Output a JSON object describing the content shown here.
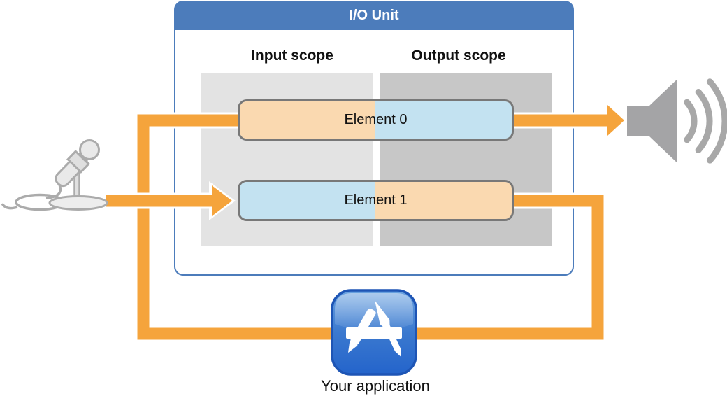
{
  "diagram": {
    "unit": {
      "title": "I/O Unit"
    },
    "scopes": {
      "input_label": "Input scope",
      "output_label": "Output scope"
    },
    "elements": [
      {
        "label": "Element 0"
      },
      {
        "label": "Element 1"
      }
    ],
    "application": {
      "label": "Your application"
    },
    "icons": {
      "microphone": "microphone-icon",
      "speaker": "speaker-icon",
      "sound_waves": "sound-waves-icon",
      "application": "app-store-icon"
    },
    "colors": {
      "accent_orange": "#F5A43C",
      "unit_blue": "#4C7CBB",
      "element_input_peach": "#FAD9B0",
      "element_output_blue": "#C3E2F1",
      "input_panel_gray": "#E3E3E3",
      "output_panel_gray": "#C7C7C7",
      "element_border_gray": "#787878",
      "device_gray": "#A4A4A6"
    }
  }
}
